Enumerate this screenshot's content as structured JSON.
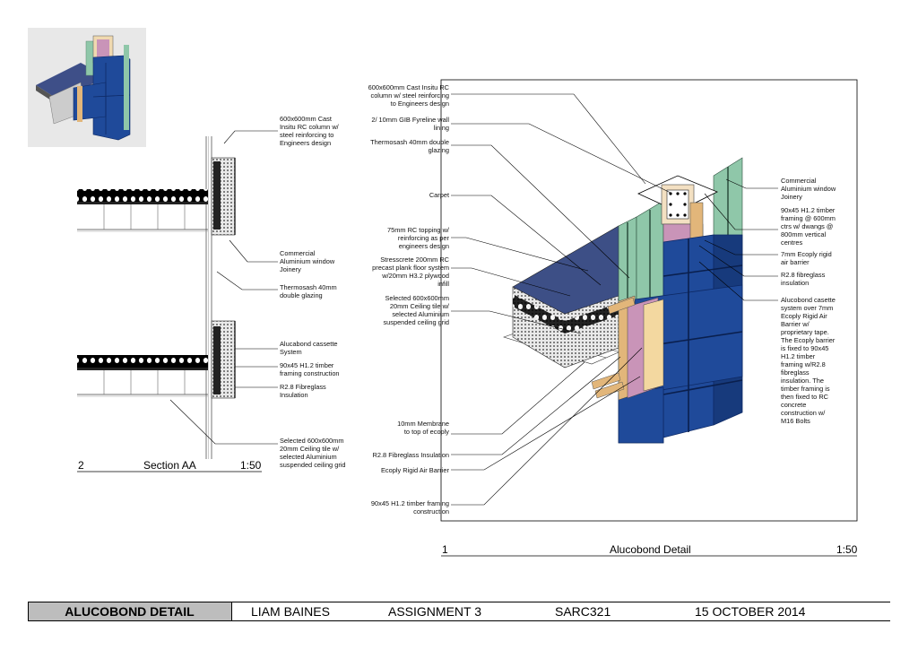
{
  "section": {
    "number": "2",
    "title": "Section AA",
    "scale": "1:50",
    "labels": [
      "600x600mm Cast\nInsitu RC column w/\nsteel reinforcing to\nEngineers design",
      "Commercial\nAluminium window\nJoinery",
      "Thermosash 40mm\ndouble glazing",
      "Alucabond cassette\nSystem",
      "90x45 H1.2 timber\nframing construction",
      "R2.8 Fibreglass\nInsulation",
      "Selected 600x600mm\n20mm Ceiling tile w/\nselected Aluminium\nsuspended ceiling grid"
    ]
  },
  "detail": {
    "number": "1",
    "title": "Alucobond Detail",
    "scale": "1:50",
    "left_labels": [
      "600x600mm Cast Insitu RC\ncolumn w/ steel reinforcing\nto Engineers design",
      "2/ 10mm GIB Fyreline wall\nlining",
      "Thermosash 40mm double\nglazing",
      "Carpet",
      "75mm RC topping w/\nreinforcing as per\nengineers design",
      "Stresscrete 200mm RC\nprecast plank floor system\nw/20mm H3.2 plywood\ninfill",
      "Selected 600x600mm\n20mm Ceiling tile w/\nselected Aluminium\nsuspended ceiling grid",
      "10mm Membrane\nto top of ecoply",
      "R2.8 Fibreglass Insulation",
      "Ecoply Rigid Air Barrier",
      "90x45 H1.2 timber framing\nconstruction"
    ],
    "right_labels": [
      "Commercial\nAluminium window\nJoinery",
      "90x45 H1.2 timber\nframing @ 600mm\nctrs w/ dwangs @\n800mm vertical\ncentres",
      "7mm Ecoply rigid\nair barrier",
      "R2.8 fibreglass\ninsulation",
      "Alucobond casette\nsystem over 7mm\nEcoply Rigid Air\nBarrier w/\nproprietary tape.\nThe Ecoply barrier\nis fixed  to 90x45\nH1.2 timber\nframing w/R2.8\nfibreglass\ninsulation. The\ntimber framing is\nthen fixed to RC\nconcrete\nconstruction w/\nM16 Bolts"
    ]
  },
  "title_block": {
    "drawing_title": "ALUCOBOND DETAIL",
    "author": "LIAM BAINES",
    "assignment": "ASSIGNMENT 3",
    "course": "SARC321",
    "date": "15 OCTOBER 2014"
  },
  "colors": {
    "alucobond_blue": "#1f4a9a",
    "glazing_green": "#8fc7a9",
    "carpet_navy": "#3d4f86",
    "insulation_pink": "#c994b8",
    "timber_tan": "#e2b67a",
    "title_block_grey": "#bdbdbd"
  }
}
